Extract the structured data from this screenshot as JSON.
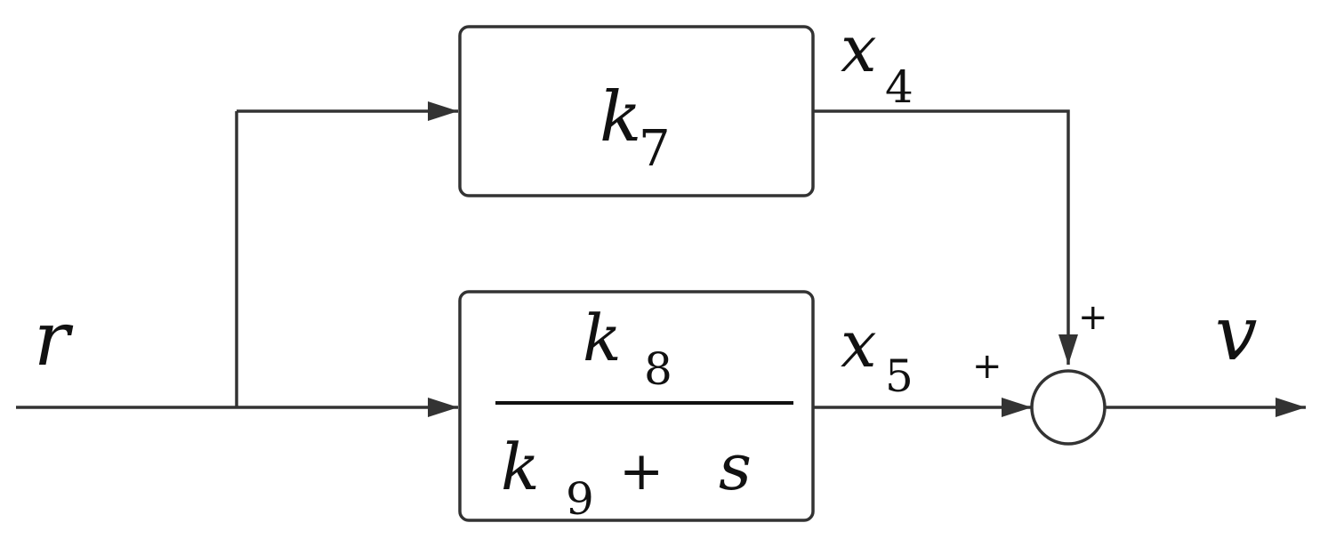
{
  "diagram": {
    "input_label": "r",
    "output_label": "v",
    "block_top": {
      "symbol": "k",
      "subscript": "7"
    },
    "block_bottom": {
      "numerator": {
        "symbol": "k",
        "subscript": "8"
      },
      "denominator": {
        "symbol": "k",
        "subscript": "9",
        "operator": "+",
        "variable": "s"
      }
    },
    "signal_x4": {
      "symbol": "x",
      "subscript": "4"
    },
    "signal_x5": {
      "symbol": "x",
      "subscript": "5"
    },
    "summing_junction": {
      "top_sign": "+",
      "left_sign": "+"
    },
    "colors": {
      "stroke": "#333333",
      "text": "#111111",
      "background": "#ffffff"
    }
  }
}
